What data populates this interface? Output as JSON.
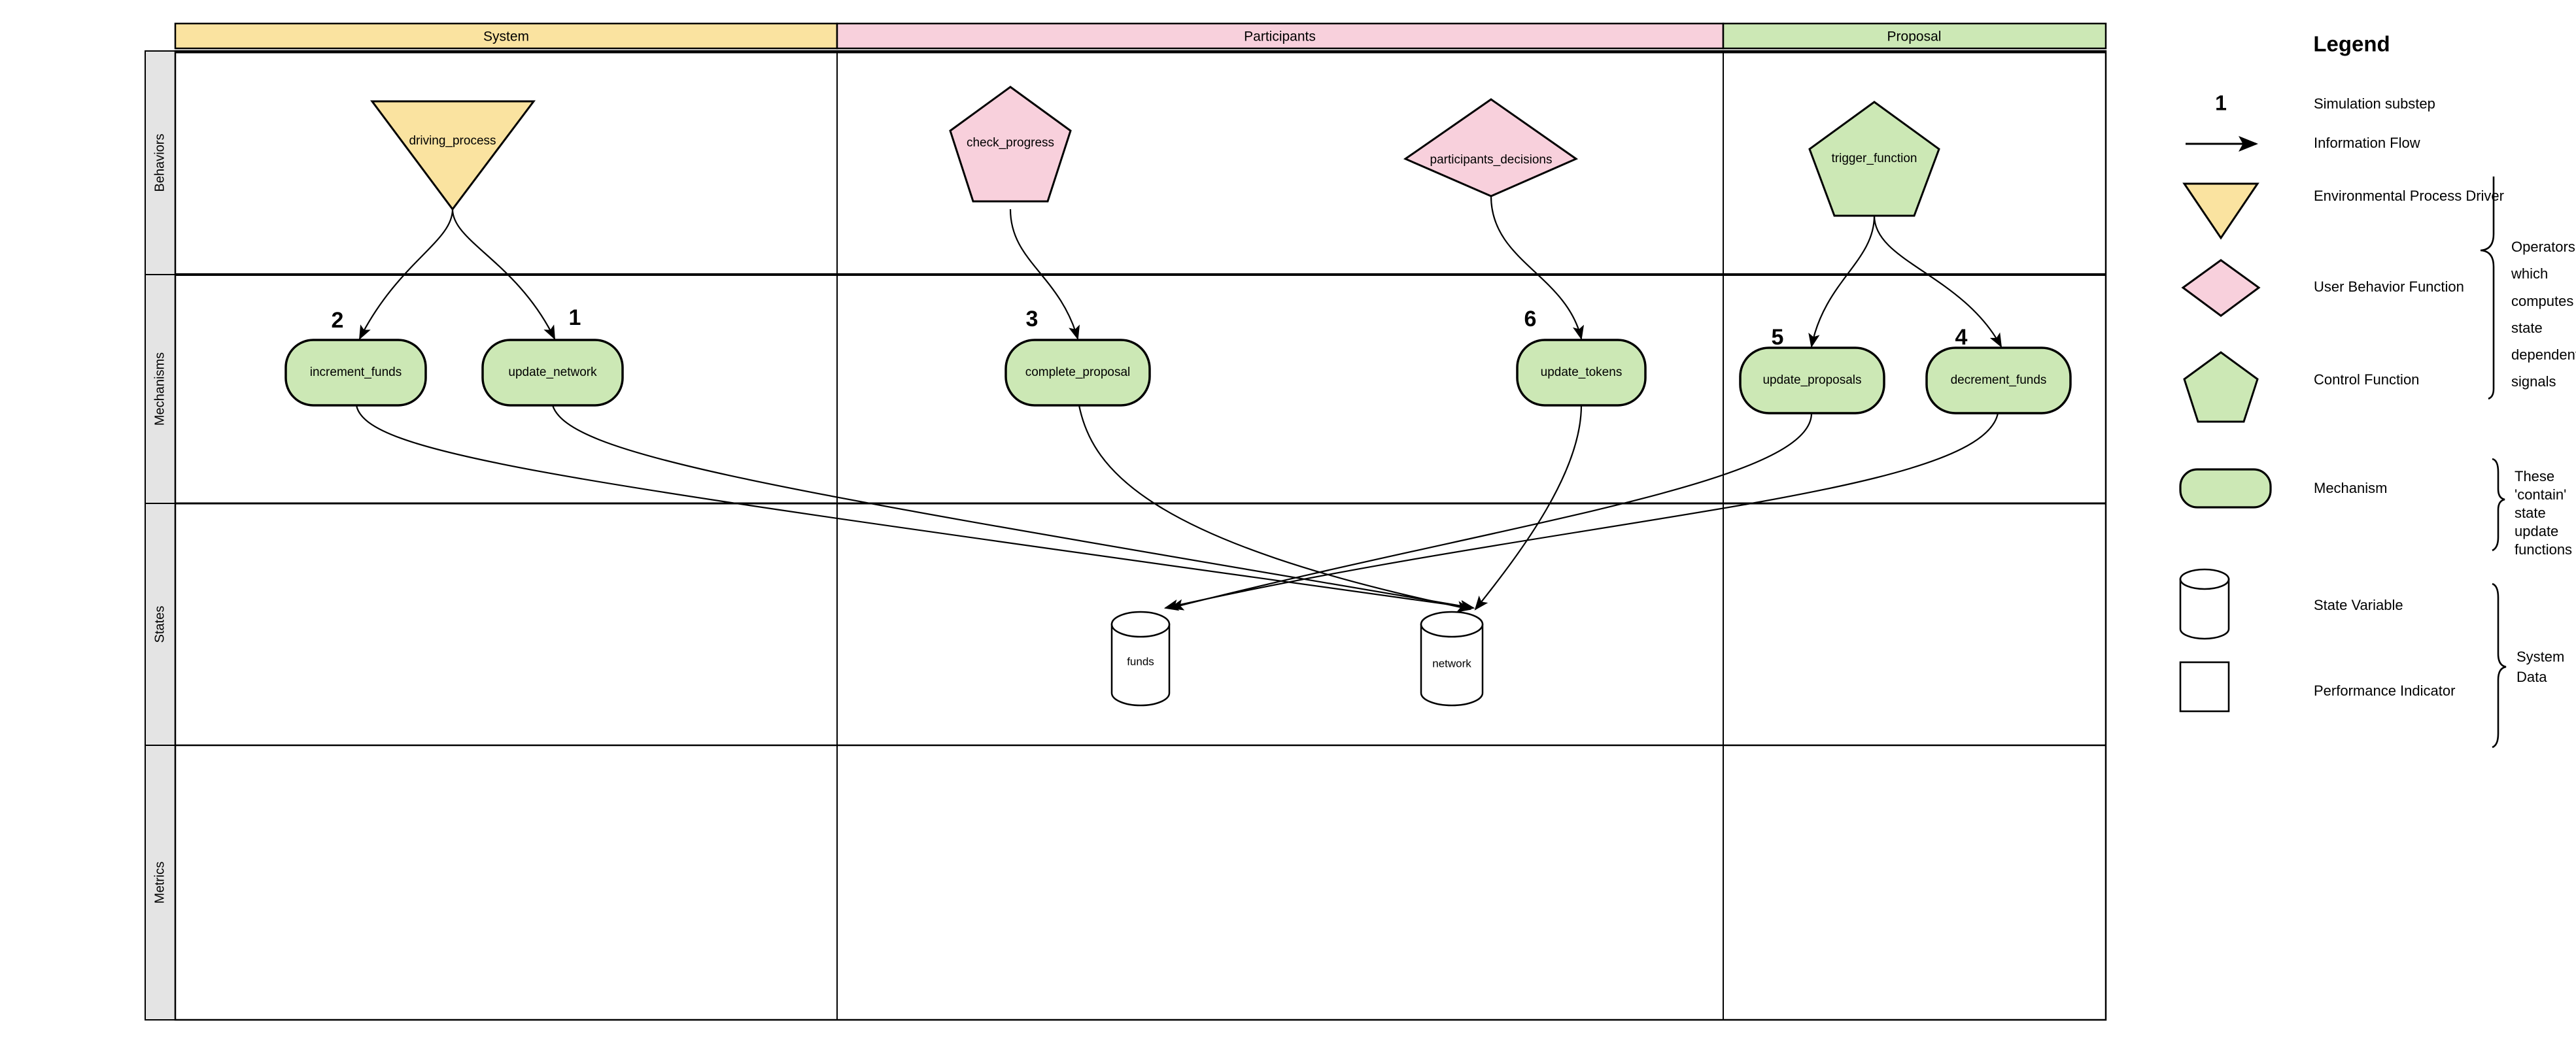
{
  "diagram": {
    "type": "cadcad-differential-specification-swimlane",
    "columns": [
      {
        "id": "system",
        "label": "System",
        "color": "#FAE3A0"
      },
      {
        "id": "participants",
        "label": "Participants",
        "color": "#F8D0DC"
      },
      {
        "id": "proposal",
        "label": "Proposal",
        "color": "#CCE8B5"
      }
    ],
    "rows": [
      {
        "id": "behaviors",
        "label": "Behaviors"
      },
      {
        "id": "mechanisms",
        "label": "Mechanisms"
      },
      {
        "id": "states",
        "label": "States"
      },
      {
        "id": "metrics",
        "label": "Metrics"
      }
    ],
    "behaviors": [
      {
        "id": "driving_process",
        "label": "driving_process",
        "shape": "triangle-down",
        "column": "system",
        "fill": "#FAE3A0"
      },
      {
        "id": "check_progress",
        "label": "check_progress",
        "shape": "pentagon",
        "column": "participants",
        "fill": "#F8D0DC"
      },
      {
        "id": "participants_decisions",
        "label": "participants_decisions",
        "shape": "diamond",
        "column": "participants",
        "fill": "#F8D0DC"
      },
      {
        "id": "trigger_function",
        "label": "trigger_function",
        "shape": "pentagon",
        "column": "proposal",
        "fill": "#CCE8B5"
      }
    ],
    "mechanisms": [
      {
        "id": "increment_funds",
        "label": "increment_funds",
        "step": "2",
        "column": "system",
        "fill": "#CCE8B5"
      },
      {
        "id": "update_network",
        "label": "update_network",
        "step": "1",
        "column": "system",
        "fill": "#CCE8B5"
      },
      {
        "id": "complete_proposal",
        "label": "complete_proposal",
        "step": "3",
        "column": "participants",
        "fill": "#CCE8B5"
      },
      {
        "id": "update_tokens",
        "label": "update_tokens",
        "step": "6",
        "column": "participants",
        "fill": "#CCE8B5"
      },
      {
        "id": "update_proposals",
        "label": "update_proposals",
        "step": "5",
        "column": "proposal",
        "fill": "#CCE8B5"
      },
      {
        "id": "decrement_funds",
        "label": "decrement_funds",
        "step": "4",
        "column": "proposal",
        "fill": "#CCE8B5"
      }
    ],
    "states": [
      {
        "id": "funds",
        "label": "funds",
        "shape": "cylinder",
        "column": "participants"
      },
      {
        "id": "network",
        "label": "network",
        "shape": "cylinder",
        "column": "participants"
      }
    ],
    "metrics": [],
    "edges": [
      {
        "from": "driving_process",
        "to": "increment_funds",
        "step": "2"
      },
      {
        "from": "driving_process",
        "to": "update_network",
        "step": "1"
      },
      {
        "from": "check_progress",
        "to": "complete_proposal",
        "step": "3"
      },
      {
        "from": "participants_decisions",
        "to": "update_tokens",
        "step": "6"
      },
      {
        "from": "trigger_function",
        "to": "update_proposals",
        "step": "5"
      },
      {
        "from": "trigger_function",
        "to": "decrement_funds",
        "step": "4"
      },
      {
        "from": "increment_funds",
        "to": "network"
      },
      {
        "from": "update_network",
        "to": "network"
      },
      {
        "from": "complete_proposal",
        "to": "network"
      },
      {
        "from": "update_tokens",
        "to": "network"
      },
      {
        "from": "update_proposals",
        "to": "funds"
      },
      {
        "from": "decrement_funds",
        "to": "funds"
      }
    ]
  },
  "legend": {
    "title": "Legend",
    "items": [
      {
        "id": "simulation-substep",
        "symbol": "1",
        "shape": "number",
        "label": "Simulation substep",
        "fill": "none"
      },
      {
        "id": "information-flow",
        "symbol": "",
        "shape": "arrow",
        "label": "Information Flow",
        "fill": "none"
      },
      {
        "id": "environmental-process-driver",
        "symbol": "",
        "shape": "triangle-down",
        "label": "Environmental Process Driver",
        "fill": "#FAE3A0"
      },
      {
        "id": "user-behavior-function",
        "symbol": "",
        "shape": "diamond",
        "label": "User Behavior Function",
        "fill": "#F8D0DC"
      },
      {
        "id": "control-function",
        "symbol": "",
        "shape": "pentagon",
        "label": "Control Function",
        "fill": "#CCE8B5"
      },
      {
        "id": "mechanism",
        "symbol": "",
        "shape": "rounded-rect",
        "label": "Mechanism",
        "fill": "#CCE8B5"
      },
      {
        "id": "state-variable",
        "symbol": "",
        "shape": "cylinder",
        "label": "State Variable",
        "fill": "#FFFFFF"
      },
      {
        "id": "performance-indicator",
        "symbol": "",
        "shape": "rect",
        "label": "Performance Indicator",
        "fill": "#FFFFFF"
      }
    ],
    "braces": [
      {
        "id": "operators-brace",
        "lines": [
          "Operators",
          "which",
          "computes",
          "state",
          "dependent",
          "signals"
        ],
        "clipped": true
      },
      {
        "id": "mechanisms-brace",
        "lines": [
          "These",
          "'contain'",
          "state",
          "update",
          "functions"
        ],
        "clipped": false
      },
      {
        "id": "system-data-brace",
        "lines": [
          "System",
          "Data"
        ],
        "clipped": false
      }
    ]
  }
}
